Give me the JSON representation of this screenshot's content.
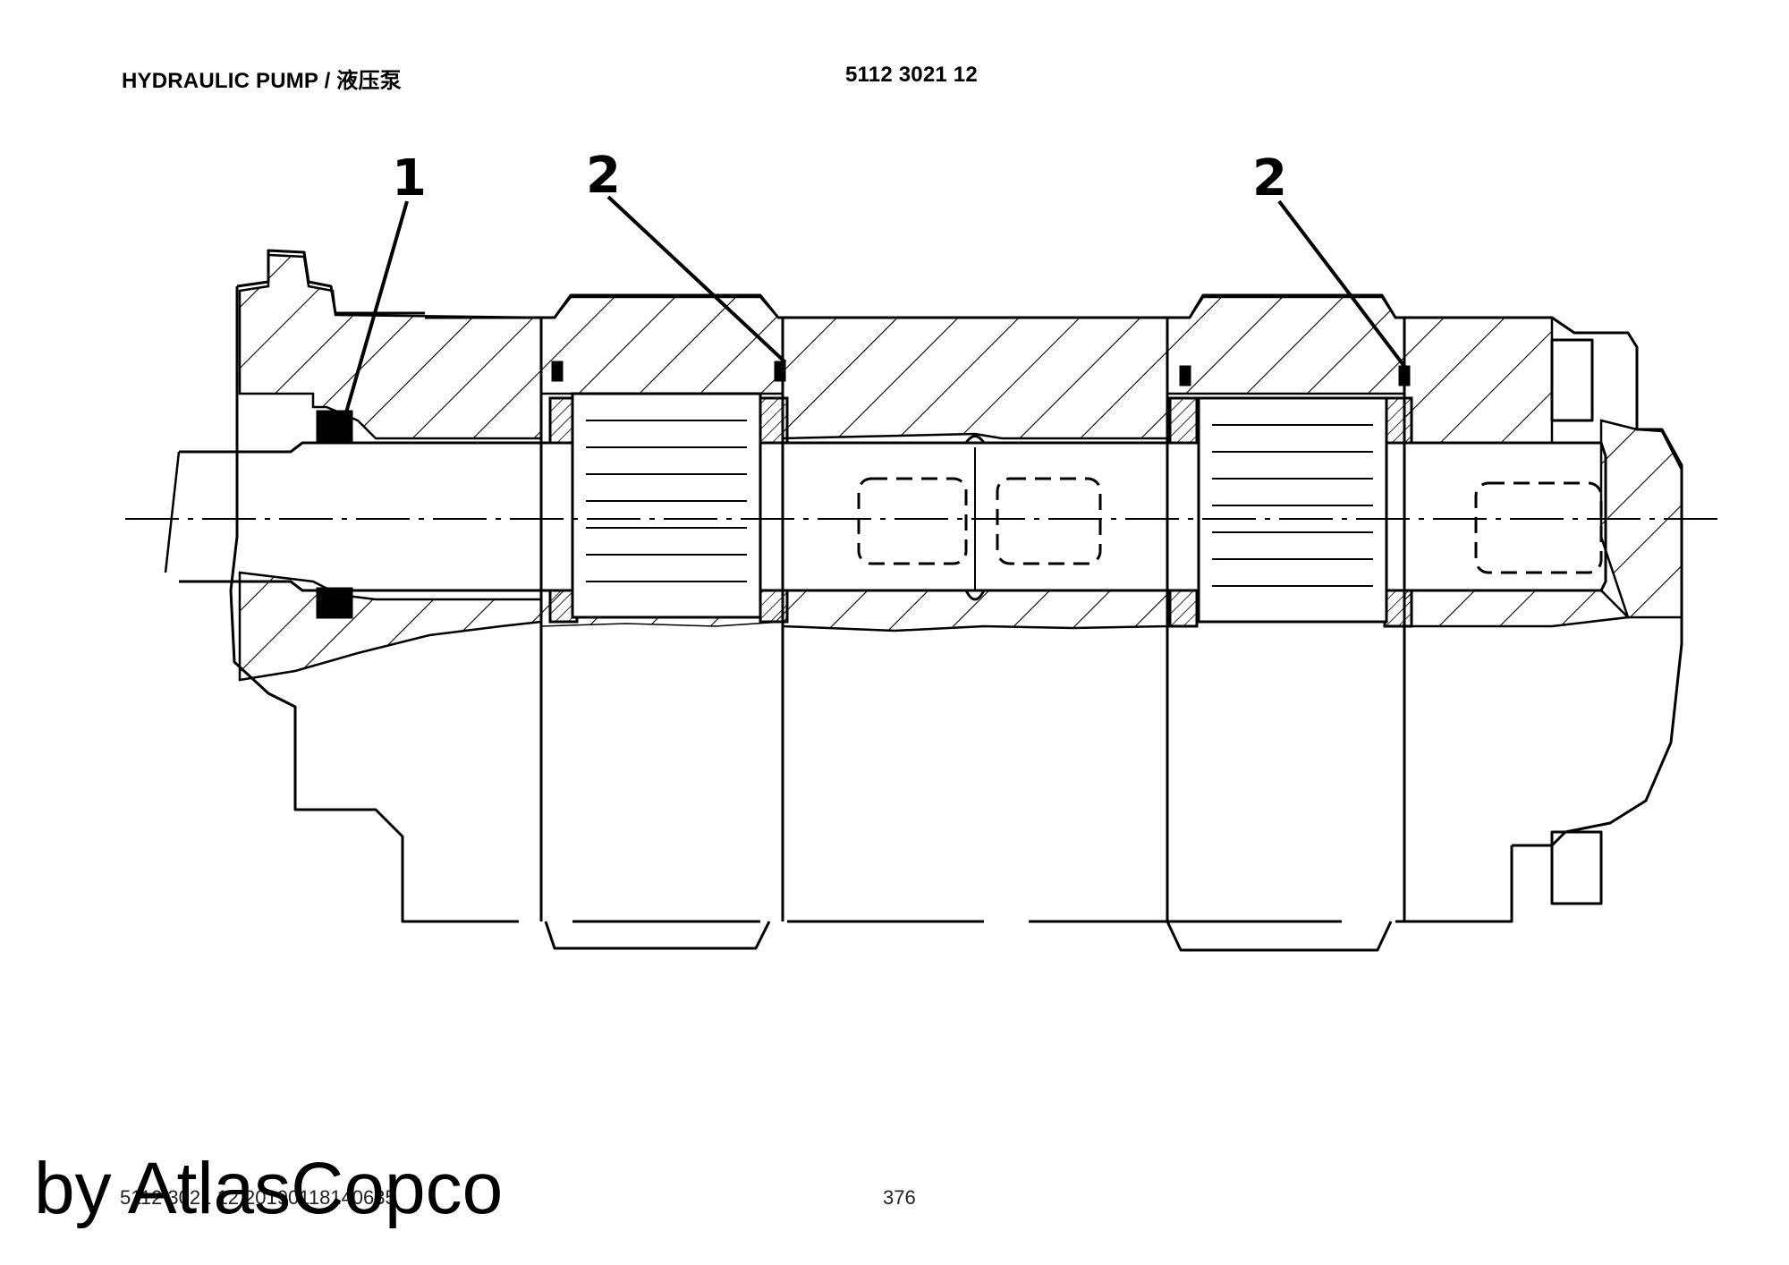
{
  "header": {
    "title": "HYDRAULIC PUMP / 液压泵",
    "part_number": "5112 3021 12"
  },
  "callouts": [
    "1",
    "2",
    "2"
  ],
  "footer": {
    "code": "5112 3021 12 20190118140635",
    "page": "376"
  },
  "watermark": "by AtlasCopco"
}
